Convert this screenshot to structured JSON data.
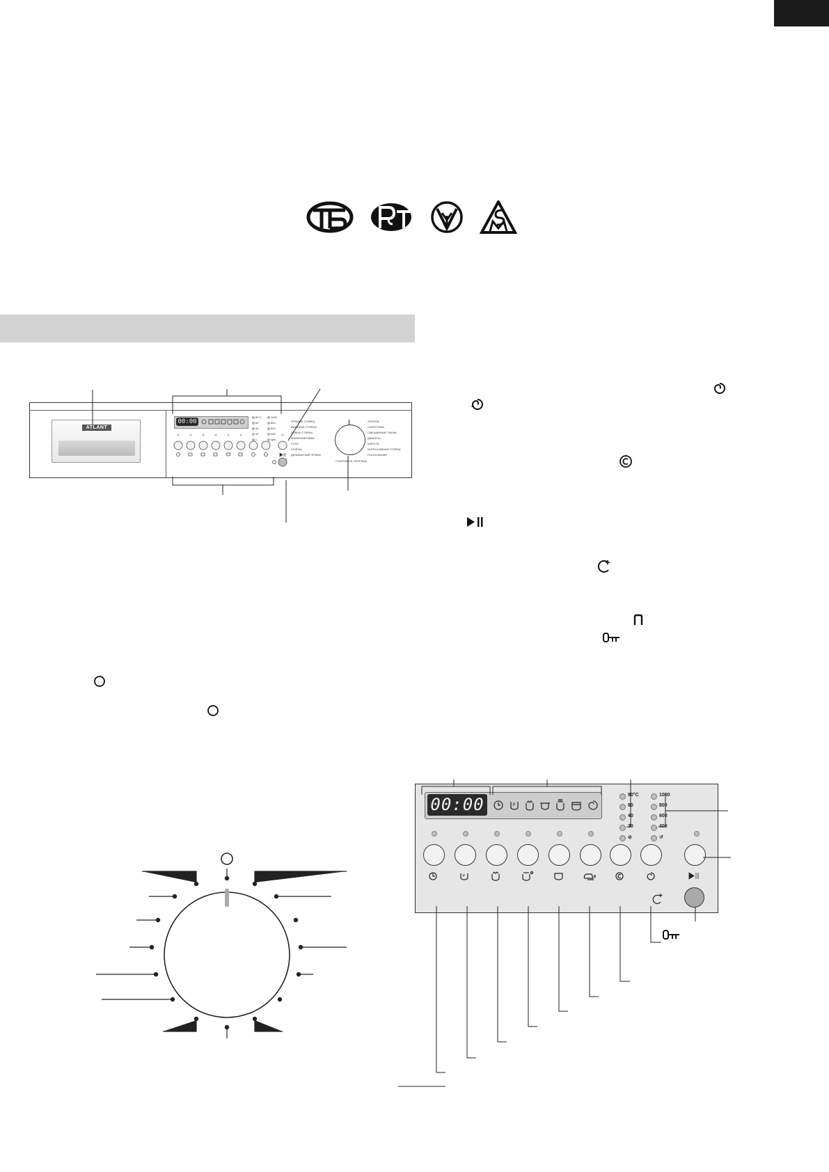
{
  "brand": {
    "panel_logo": "ATLANT"
  },
  "certification_marks": [
    "cert-mark-st",
    "cert-mark-rst",
    "cert-mark-ukr",
    "cert-mark-sm"
  ],
  "top_panel": {
    "display_value": "00:00",
    "temp_labels": [
      "90°C",
      "60",
      "40",
      "30",
      "x"
    ],
    "spin_labels": [
      "1000",
      "800",
      "600",
      "400",
      "spin"
    ],
    "program_labels_left": [
      "ПРЯМОЕ СТИРКА",
      "ВЫБОРКА СТИРКИ",
      "НОВОЕ СТИРКА",
      "КОМФОЛИРОВКА",
      "СУХО",
      "СТИРКА",
      "ДЕЛИКАТНЫЙ ПРИЕМ"
    ],
    "program_labels_right": [
      "ХЛОПОК",
      "СИНТЕТИКА",
      "СМЕШАННЫЕ ТКАНИ",
      "ДЖИНСЫ",
      "ШЕРСТЬ",
      "ИНТЕНСИВНАЯ СТИРКА",
      "ПОЛОСКАНИЕ"
    ],
    "program_label_bottom": "СТАРТ/ВЕСЬ ПРОГРАМ"
  },
  "detail_panel": {
    "display_value": "00:00",
    "temp_labels": [
      "90°C",
      "60",
      "40",
      "30",
      "⊘"
    ],
    "spin_labels": [
      "1000",
      "800",
      "600",
      "400",
      "↺"
    ]
  },
  "colors": {
    "corner_tab": "#1c1c1c",
    "band": "#d3d3d3",
    "lcd": "#2a2a2a",
    "button": "#f2f2f2"
  }
}
